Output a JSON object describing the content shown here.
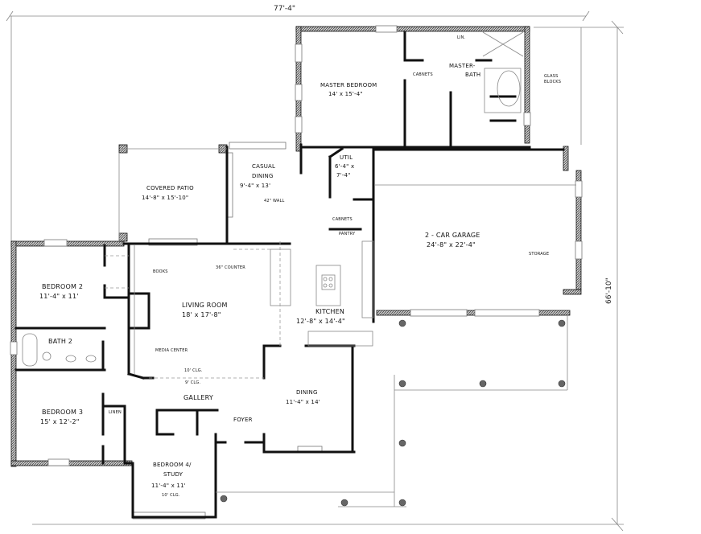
{
  "plan": {
    "overall_width": "77'-4\"",
    "overall_depth": "66'-10\""
  },
  "rooms": {
    "master_bedroom": {
      "name": "MASTER BEDROOM",
      "size": "14' x 15'-4\""
    },
    "master_bath": {
      "name": "MASTER-",
      "name2": "BATH"
    },
    "lin_master": {
      "name": "LIN."
    },
    "cabinets_master": {
      "name": "CABNETS"
    },
    "glass_blocks": {
      "name": "GLASS",
      "name2": "BLOCKS"
    },
    "covered_patio": {
      "name": "COVERED PATIO",
      "size": "14'-8\" x 15'-10\""
    },
    "casual_dining": {
      "name": "CASUAL",
      "name2": "DINING",
      "size": "9'-4\" x 13'"
    },
    "wall_42": {
      "name": "42\" WALL"
    },
    "util": {
      "name": "UTIL",
      "size": "6'-4\" x",
      "size2": "7'-4\""
    },
    "cabinets_util": {
      "name": "CABNETS"
    },
    "pantry": {
      "name": "PANTRY"
    },
    "garage": {
      "name": "2 - CAR GARAGE",
      "size": "24'-8\" x 22'-4\""
    },
    "storage": {
      "name": "STORAGE"
    },
    "bedroom2": {
      "name": "BEDROOM 2",
      "size": "11'-4\" x 11'"
    },
    "books": {
      "name": "BOOKS"
    },
    "counter": {
      "name": "36\" COUNTER"
    },
    "living_room": {
      "name": "LIVING ROOM",
      "size": "18' x 17'-8\""
    },
    "kitchen": {
      "name": "KITCHEN",
      "size": "12'-8\" x 14'-4\""
    },
    "bath2": {
      "name": "BATH 2"
    },
    "media_center": {
      "name": "MEDIA CENTER"
    },
    "clg10": {
      "name": "10' CLG."
    },
    "clg9": {
      "name": "9' CLG."
    },
    "gallery": {
      "name": "GALLERY"
    },
    "dining": {
      "name": "DINING",
      "size": "11'-4\" x 14'"
    },
    "bedroom3": {
      "name": "BEDROOM 3",
      "size": "15' x 12'-2\""
    },
    "linen": {
      "name": "LINEN"
    },
    "foyer": {
      "name": "FOYER"
    },
    "bedroom4": {
      "name": "BEDROOM 4/",
      "name2": "STUDY",
      "size": "11'-4\" x 11'",
      "clg": "10' CLG."
    }
  },
  "colors": {
    "wall": "#111111",
    "hatch": "#555555",
    "thin": "#9a9a9a"
  }
}
